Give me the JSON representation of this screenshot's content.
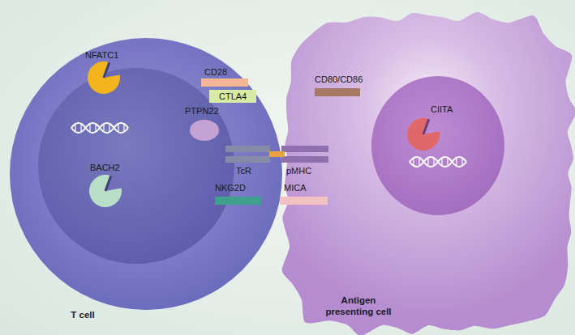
{
  "diagram": {
    "nodes": [
      {
        "text": [
          "T cell"
        ]
      },
      {
        "text": [
          "Antigen presenting cell"
        ]
      }
    ],
    "labels": [
      "NFATC1",
      "BACH2",
      "PTPN22",
      "CD28",
      "CTLA4",
      "TcR",
      "NKG2D",
      "CD80/CD86",
      "pMHC",
      "MICA",
      "CIITA"
    ]
  }
}
